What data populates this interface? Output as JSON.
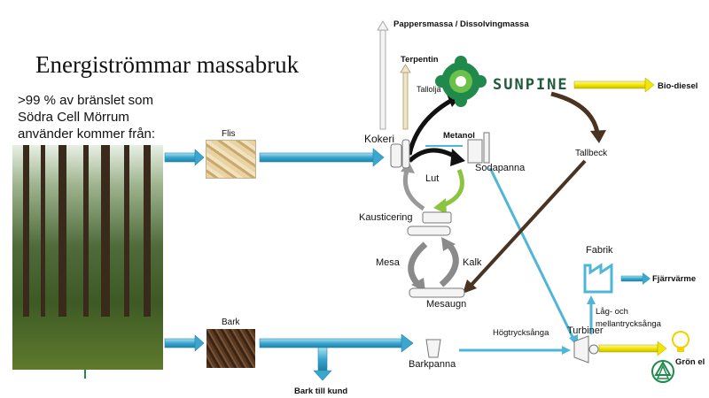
{
  "title": "Energiströmmar massabruk",
  "intro": ">99 % av bränslet som Södra Cell Mörrum använder kommer från:",
  "labels": {
    "flis": "Flis",
    "bark": "Bark",
    "kokeri": "Kokeri",
    "lut": "Lut",
    "sodapanna": "Sodapanna",
    "metanol": "Metanol",
    "tallolja": "Tallolja",
    "terpentin": "Terpentin",
    "pappersmassa": "Pappersmassa / Dissolvingmassa",
    "sunpine": "SUNPINE",
    "biodiesel": "Bio-diesel",
    "tallbeck": "Tallbeck",
    "kausticering": "Kausticering",
    "mesa": "Mesa",
    "kalk": "Kalk",
    "mesaugn": "Mesaugn",
    "fabrik": "Fabrik",
    "fjarrvarme": "Fjärrvärme",
    "lag_mellan": "Låg- och mellantrycksånga",
    "turbiner": "Turbiner",
    "hogtrycksanga": "Högtrycksånga",
    "barkpanna": "Barkpanna",
    "bark_till_kund": "Bark till kund",
    "gron_el": "Grön el"
  },
  "colors": {
    "blue_arrow": "#4fb6d6",
    "brown_arrow": "#4a3320",
    "yellow_arrow": "#f2e600",
    "green_arrow": "#8bc53f",
    "gray_cycle": "#8a8a8a",
    "accent_green": "#1f8a4c"
  },
  "icons": {
    "sunpine_logo": "green-flower-logo",
    "gron_el": "tree-circle-logo",
    "lightbulb": "lightbulb-icon",
    "factory": "factory-icon"
  }
}
